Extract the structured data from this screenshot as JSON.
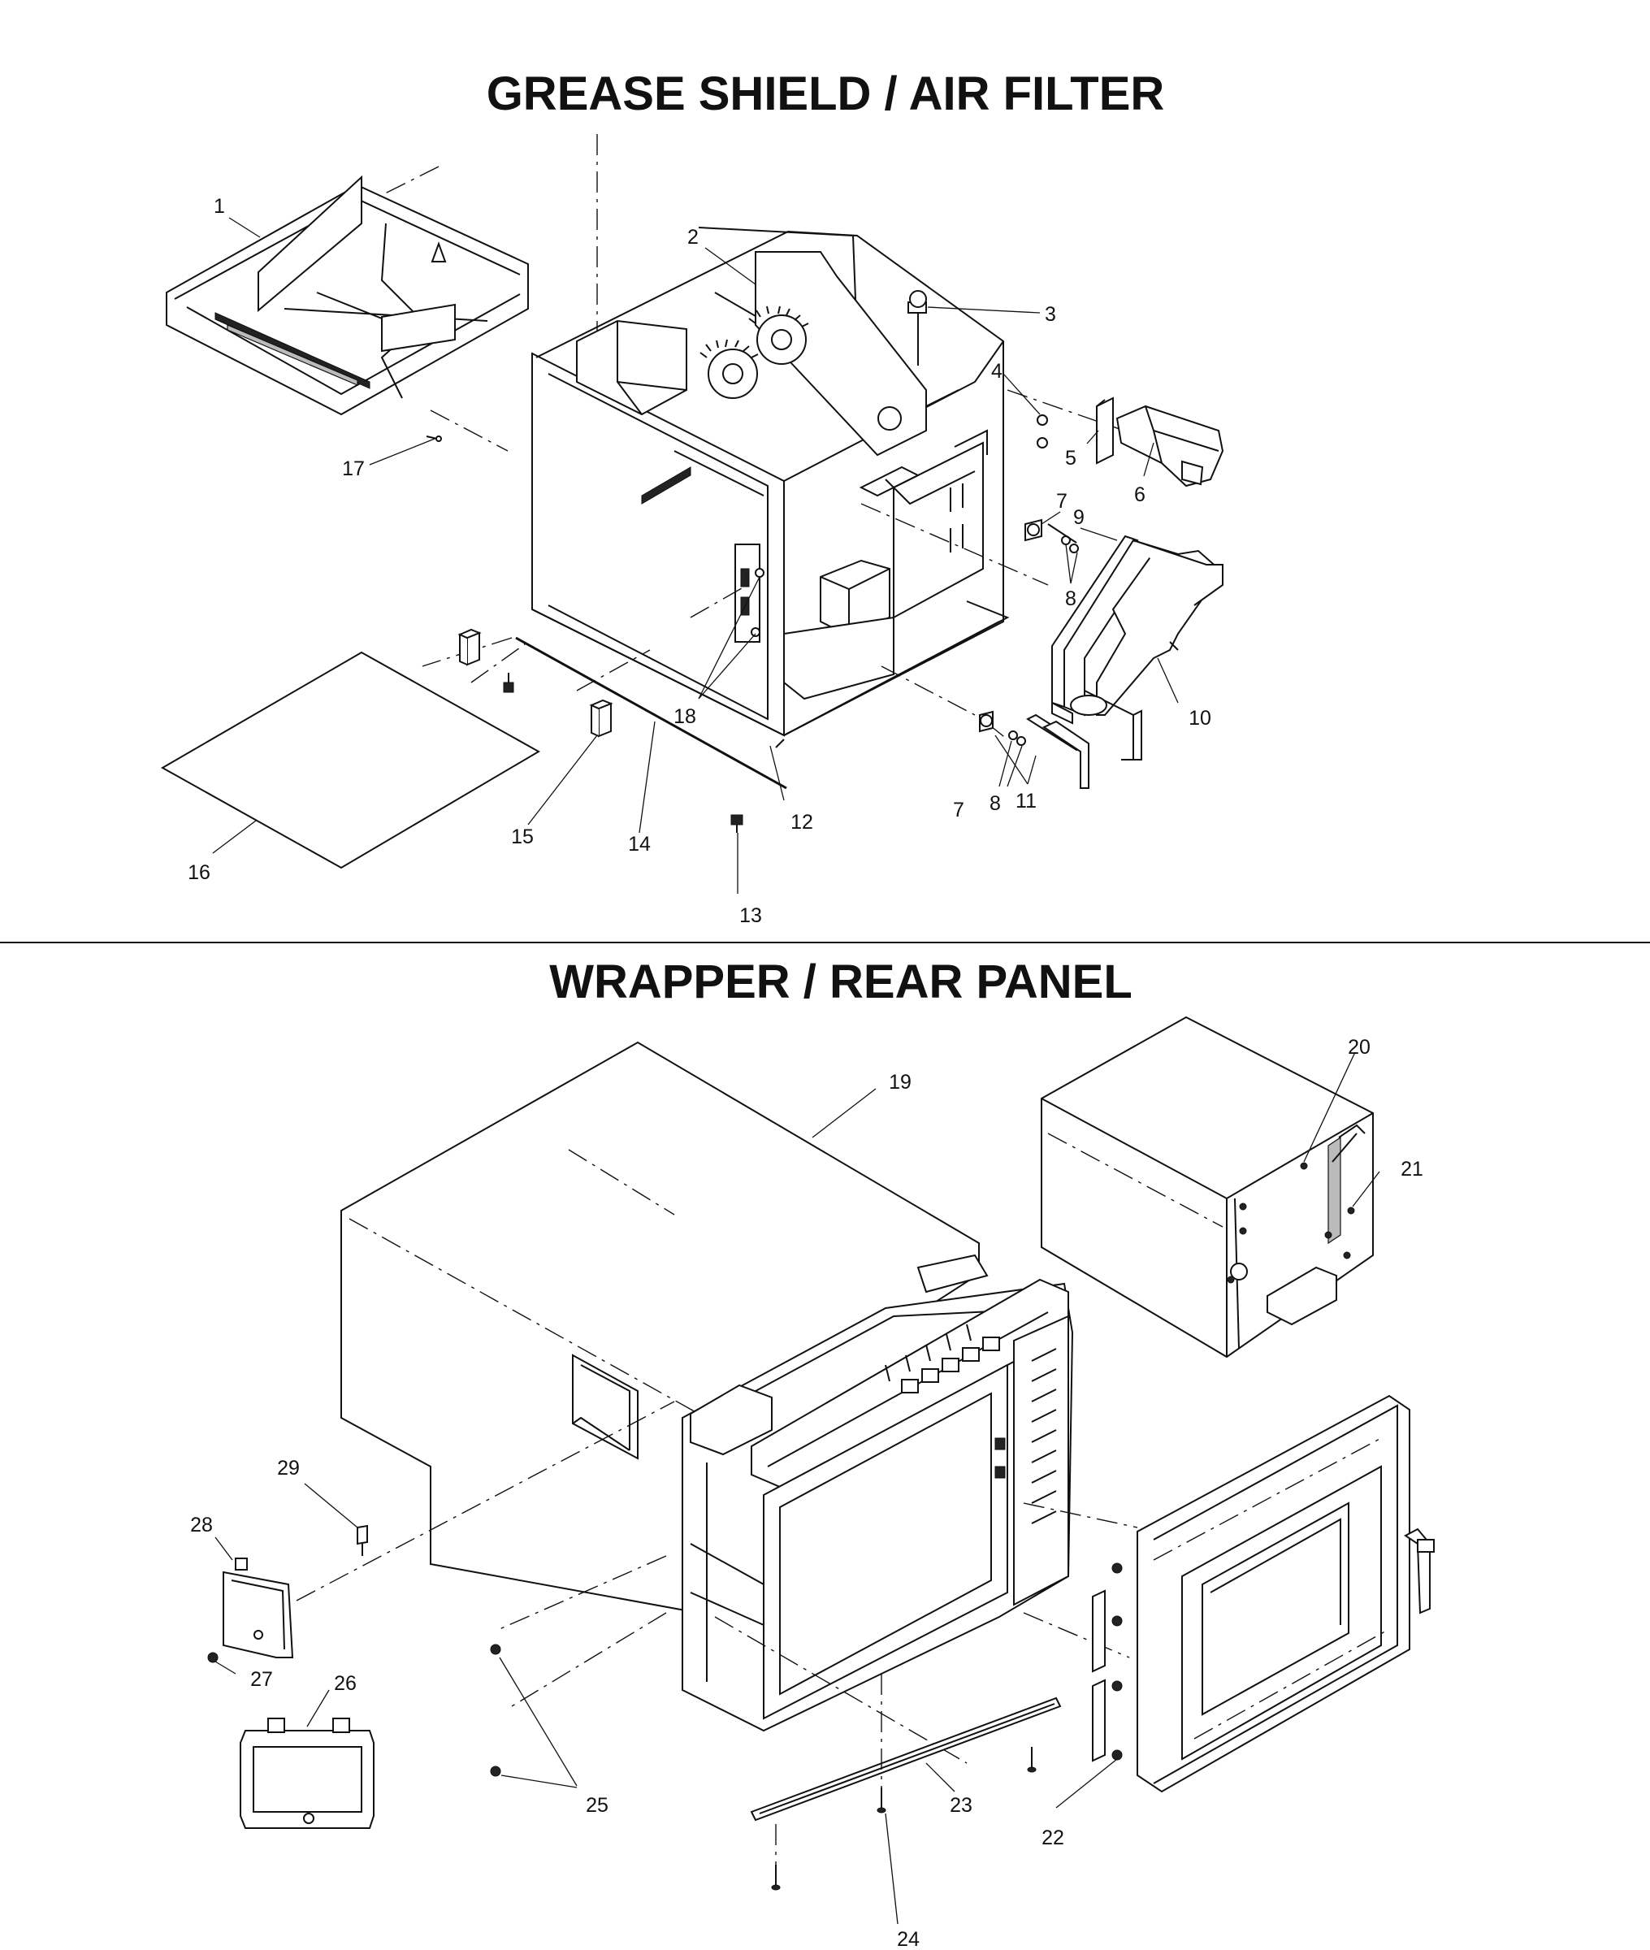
{
  "sections": [
    {
      "title": "GREASE SHIELD / AIR FILTER"
    },
    {
      "title": "WRAPPER / REAR PANEL"
    }
  ],
  "callouts": {
    "c1": "1",
    "c2": "2",
    "c3": "3",
    "c4": "4",
    "c5": "5",
    "c6": "6",
    "c7a": "7",
    "c7b": "7",
    "c8a": "8",
    "c8b": "8",
    "c9": "9",
    "c10": "10",
    "c11": "11",
    "c12": "12",
    "c13": "13",
    "c14": "14",
    "c15": "15",
    "c16": "16",
    "c17": "17",
    "c18": "18",
    "c19": "19",
    "c20": "20",
    "c21": "21",
    "c22": "22",
    "c23": "23",
    "c24": "24",
    "c25": "25",
    "c26": "26",
    "c27": "27",
    "c28": "28",
    "c29": "29"
  }
}
